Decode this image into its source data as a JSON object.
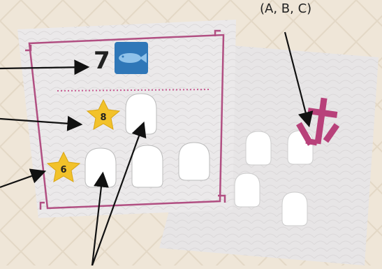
{
  "legend_text": "(A, B, C)",
  "front_card": {
    "number": "7",
    "fish_icon": "fish-icon",
    "star_values": [
      "8",
      "6"
    ]
  },
  "back_card": {
    "glyph_icon": "kanji-glyph-icon"
  },
  "colors": {
    "background": "#efe6d8",
    "card": "#e9e7e8",
    "border": "#b14f82",
    "fish_tile": "#2f77b8",
    "star": "#f2c22a",
    "glyph": "#b8417a"
  }
}
